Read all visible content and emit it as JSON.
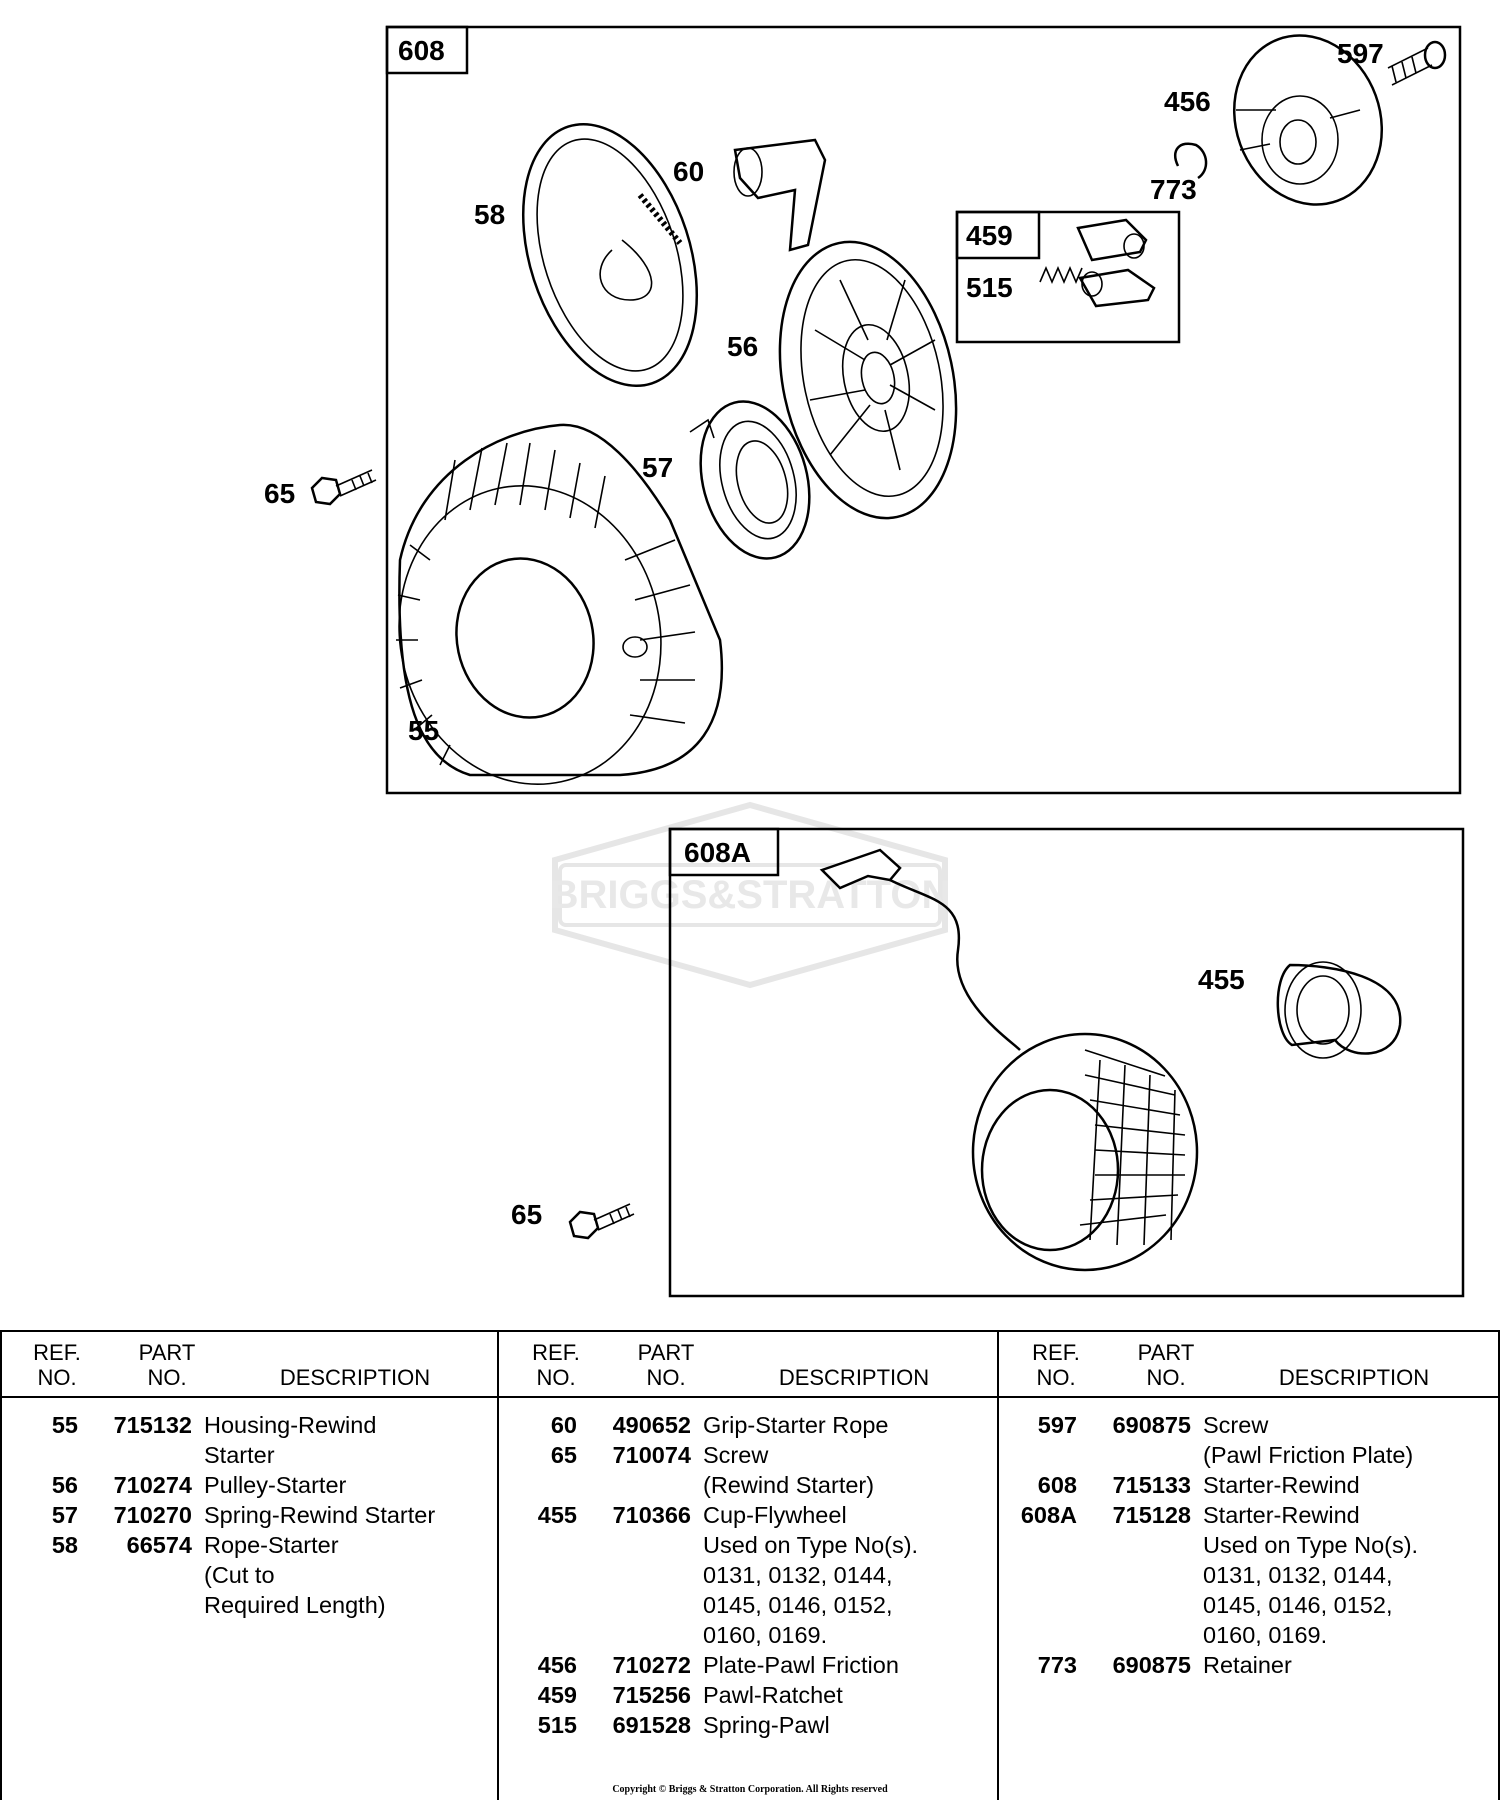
{
  "diagram": {
    "watermark": "BRIGGS&STRATTON",
    "box_608_label": "608",
    "box_459_label": "459",
    "box_608a_label": "608A",
    "callouts": {
      "c597": "597",
      "c456": "456",
      "c60": "60",
      "c58": "58",
      "c773": "773",
      "c515": "515",
      "c56": "56",
      "c57": "57",
      "c65a": "65",
      "c55": "55",
      "c455": "455",
      "c65b": "65"
    }
  },
  "table": {
    "headers": {
      "ref_line1": "REF.",
      "ref_line2": "NO.",
      "part_line1": "PART",
      "part_line2": "NO.",
      "description": "DESCRIPTION"
    },
    "columns": [
      [
        {
          "ref": "55",
          "part": "715132",
          "desc": "Housing-Rewind\nStarter"
        },
        {
          "ref": "56",
          "part": "710274",
          "desc": "Pulley-Starter"
        },
        {
          "ref": "57",
          "part": "710270",
          "desc": "Spring-Rewind Starter"
        },
        {
          "ref": "58",
          "part": "66574",
          "desc": "Rope-Starter\n(Cut to\nRequired Length)"
        }
      ],
      [
        {
          "ref": "60",
          "part": "490652",
          "desc": "Grip-Starter Rope"
        },
        {
          "ref": "65",
          "part": "710074",
          "desc": "Screw\n(Rewind Starter)"
        },
        {
          "ref": "455",
          "part": "710366",
          "desc": "Cup-Flywheel\nUsed on Type No(s).\n0131, 0132, 0144,\n0145, 0146, 0152,\n0160, 0169."
        },
        {
          "ref": "456",
          "part": "710272",
          "desc": "Plate-Pawl Friction"
        },
        {
          "ref": "459",
          "part": "715256",
          "desc": "Pawl-Ratchet"
        },
        {
          "ref": "515",
          "part": "691528",
          "desc": "Spring-Pawl"
        }
      ],
      [
        {
          "ref": "597",
          "part": "690875",
          "desc": "Screw\n(Pawl Friction Plate)"
        },
        {
          "ref": "608",
          "part": "715133",
          "desc": "Starter-Rewind"
        },
        {
          "ref": "608A",
          "part": "715128",
          "desc": "Starter-Rewind\nUsed on Type No(s).\n0131, 0132, 0144,\n0145, 0146, 0152,\n0160, 0169."
        },
        {
          "ref": "773",
          "part": "690875",
          "desc": "Retainer"
        }
      ]
    ]
  },
  "copyright": "Copyright © Briggs & Stratton Corporation. All Rights reserved"
}
